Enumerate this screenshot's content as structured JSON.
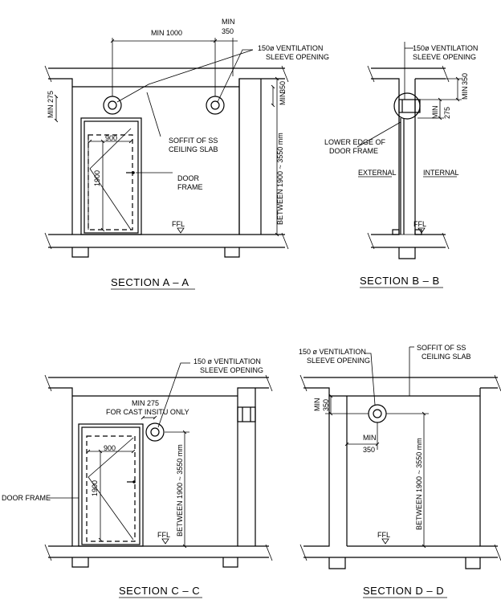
{
  "sectionA": {
    "title": "SECTION A – A",
    "dim_min1000": "MIN 1000",
    "dim_min350_a": "MIN",
    "dim_min350_b": "350",
    "vent_l1": "150ø VENTILATION",
    "vent_l2": "SLEEVE OPENING",
    "min275_a": "MIN",
    "min275_b": "275",
    "min350r_a": "MIN",
    "min350r_b": "350",
    "soffit_l1": "SOFFIT OF SS",
    "soffit_l2": "CEILING SLAB",
    "door_l1": "DOOR",
    "door_l2": "FRAME",
    "w900": "900",
    "h1900": "1900",
    "between": "BETWEEN 1900 ~ 3550 mm",
    "ffl": "FFL"
  },
  "sectionB": {
    "title": "SECTION B – B",
    "vent_l1": "150ø VENTILATION",
    "vent_l2": "SLEEVE OPENING",
    "min350_a": "MIN",
    "min350_b": "350",
    "min275_a": "MIN",
    "min275_b": "275",
    "lower_l1": "LOWER EDGE OF",
    "lower_l2": "DOOR FRAME",
    "external": "EXTERNAL",
    "internal": "INTERNAL",
    "ffl": "FFL"
  },
  "sectionC": {
    "title": "SECTION C – C",
    "vent_l1": "150 ø VENTILATION",
    "vent_l2": "SLEEVE OPENING",
    "min275_l1": "MIN 275",
    "min275_l2": "FOR CAST INSITU ONLY",
    "w900": "900",
    "h1900": "1900",
    "between": "BETWEEN 1900 ~ 3550 mm",
    "door_frame": "DOOR FRAME",
    "ffl": "FFL"
  },
  "sectionD": {
    "title": "SECTION D – D",
    "vent_l1": "150 ø VENTILATION",
    "vent_l2": "SLEEVE OPENING",
    "soffit_l1": "SOFFIT OF SS",
    "soffit_l2": "CEILING SLAB",
    "min350v_a": "MIN",
    "min350v_b": "350",
    "min350h_a": "MIN",
    "min350h_b": "350",
    "between": "BETWEEN 1900 ~ 3550 mm",
    "ffl": "FFL"
  }
}
